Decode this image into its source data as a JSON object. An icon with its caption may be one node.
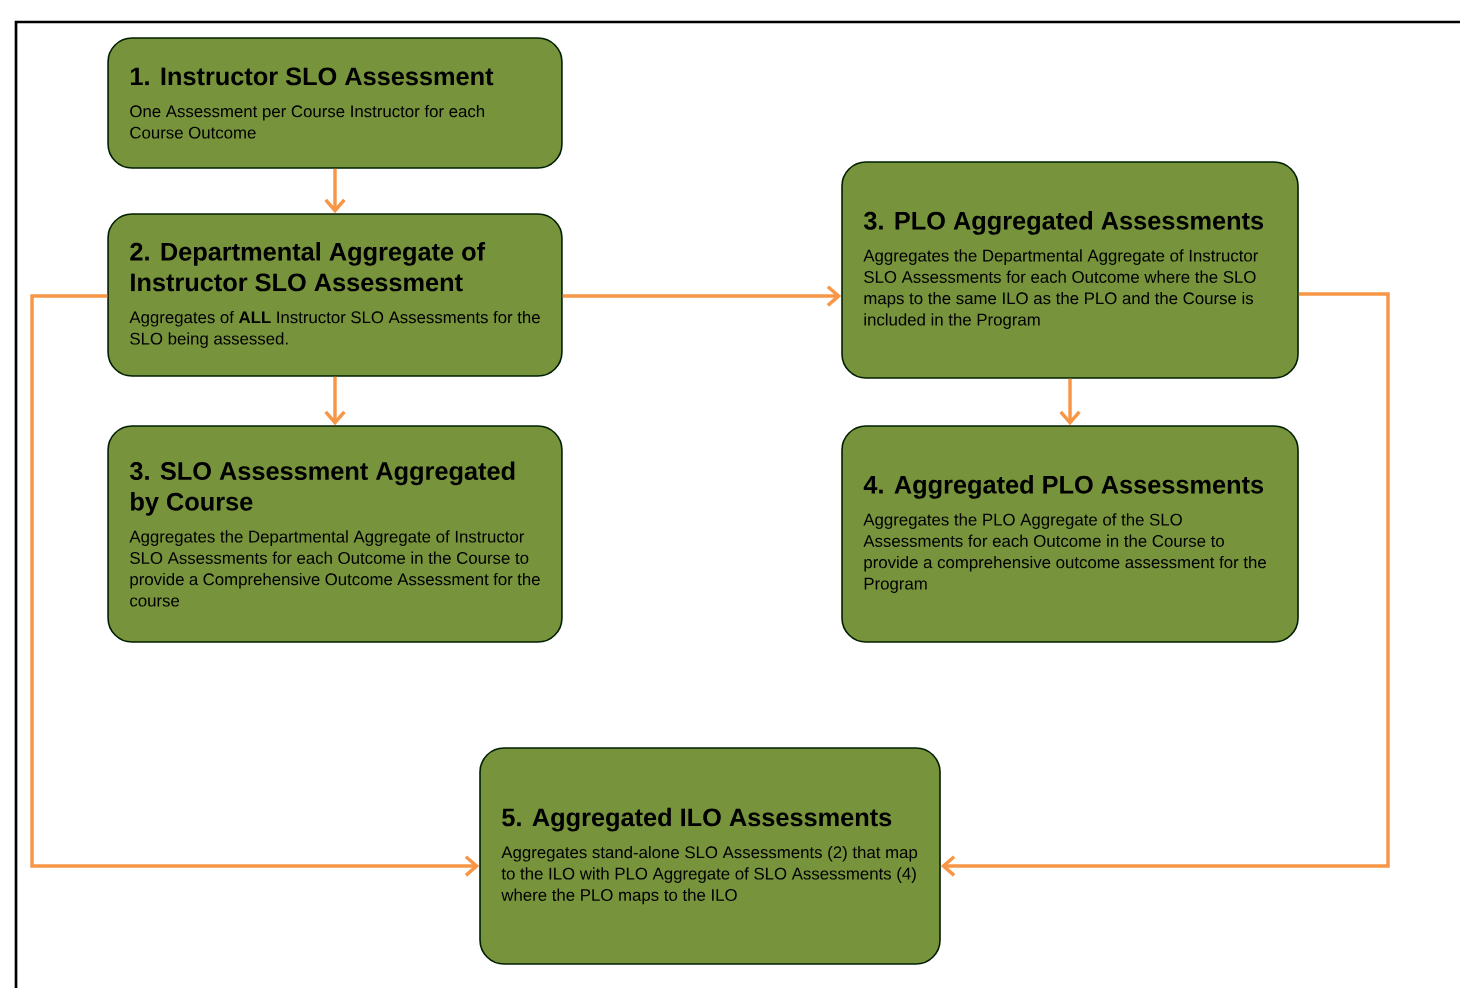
{
  "diagram": {
    "nodes": [
      {
        "text": [
          "1. Instructor SLO Assessment",
          "One Assessment per Course Instructor for each Course Outcome"
        ]
      },
      {
        "text": [
          "2. Departmental Aggregate of Instructor SLO Assessment",
          "Aggregates of **ALL** Instructor SLO Assessments for the SLO being assessed."
        ]
      },
      {
        "text": [
          "3. SLO Assessment Aggregated by Course",
          "Aggregates the Departmental Aggregate of Instructor SLO Assessments for each Outcome in the Course to provide a Comprehensive Outcome Assessment for the course"
        ]
      },
      {
        "text": [
          "3. PLO Aggregated Assessments",
          "Aggregates the Departmental Aggregate of Instructor SLO Assessments for each Outcome where the SLO maps to the same ILO as the PLO and the Course is included in the Program"
        ]
      },
      {
        "text": [
          "4. Aggregated PLO Assessments",
          "Aggregates the PLO Aggregate of the SLO Assessments for each Outcome in the Course to provide a comprehensive outcome assessment for the Program"
        ]
      },
      {
        "text": [
          "5. Aggregated ILO Assessments",
          "Aggregates stand-alone SLO Assessments (2) that map to the ILO with PLO Aggregate of SLO Assessments (4) where the PLO maps to the ILO"
        ]
      }
    ],
    "edges": [
      {
        "from": 0,
        "to": 1,
        "arrow": "to"
      },
      {
        "from": 1,
        "to": 2,
        "arrow": "to"
      },
      {
        "from": 1,
        "to": 3,
        "arrow": "to"
      },
      {
        "from": 3,
        "to": 4,
        "arrow": "to"
      },
      {
        "from": 1,
        "to": 5,
        "arrow": "to"
      },
      {
        "from": 3,
        "to": 5,
        "arrow": "to"
      }
    ]
  }
}
